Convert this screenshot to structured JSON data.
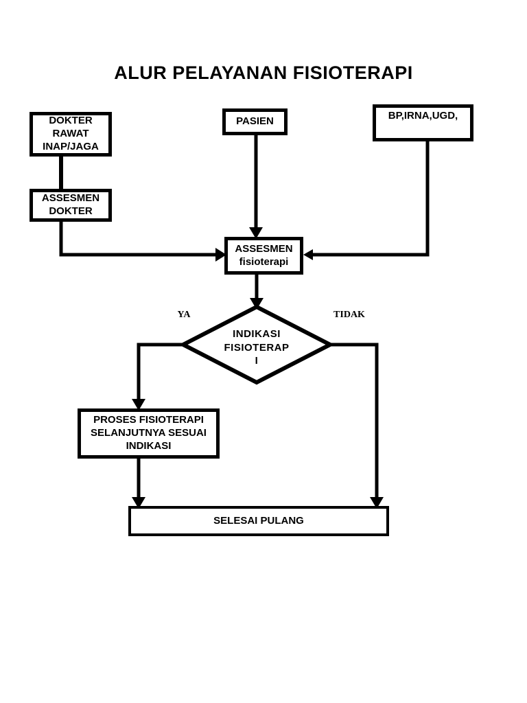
{
  "page": {
    "title": "ALUR PELAYANAN FISIOTERAPI",
    "background": "#ffffff"
  },
  "flowchart": {
    "nodes": {
      "dokter_rawat_inap_jaga": {
        "label": "DOKTER\nRAWAT\nINAP/JAGA",
        "shape": "rect"
      },
      "assesmen_dokter": {
        "label": "ASSESMEN\nDOKTER",
        "shape": "rect"
      },
      "pasien": {
        "label": "PASIEN",
        "shape": "rect"
      },
      "bp_irna_ugd": {
        "label": "BP,IRNA,UGD,",
        "shape": "rect"
      },
      "assesmen_fisioterapi": {
        "label": "ASSESMEN\nfisioterapi",
        "shape": "rect"
      },
      "indikasi_fisioterapi": {
        "label": "INDIKASI\nFISIOTERAP\nI",
        "shape": "diamond"
      },
      "proses_fisioterapi": {
        "label": "PROSES FISIOTERAPI\nSELANJUTNYA SESUAI\nINDIKASI",
        "shape": "rect"
      },
      "selesai_pulang": {
        "label": "SELESAI PULANG",
        "shape": "rect"
      }
    },
    "branch_labels": {
      "ya": "YA",
      "tidak": "TIDAK"
    },
    "edges": [
      {
        "from": "dokter_rawat_inap_jaga",
        "to": "assesmen_dokter",
        "label": ""
      },
      {
        "from": "assesmen_dokter",
        "to": "assesmen_fisioterapi",
        "label": ""
      },
      {
        "from": "pasien",
        "to": "assesmen_fisioterapi",
        "label": ""
      },
      {
        "from": "bp_irna_ugd",
        "to": "assesmen_fisioterapi",
        "label": ""
      },
      {
        "from": "assesmen_fisioterapi",
        "to": "indikasi_fisioterapi",
        "label": ""
      },
      {
        "from": "indikasi_fisioterapi",
        "to": "proses_fisioterapi",
        "label": "YA"
      },
      {
        "from": "proses_fisioterapi",
        "to": "selesai_pulang",
        "label": ""
      },
      {
        "from": "indikasi_fisioterapi",
        "to": "selesai_pulang",
        "label": "TIDAK"
      }
    ],
    "colors": {
      "stroke": "#000000",
      "fill": "#ffffff",
      "text": "#000000"
    }
  }
}
